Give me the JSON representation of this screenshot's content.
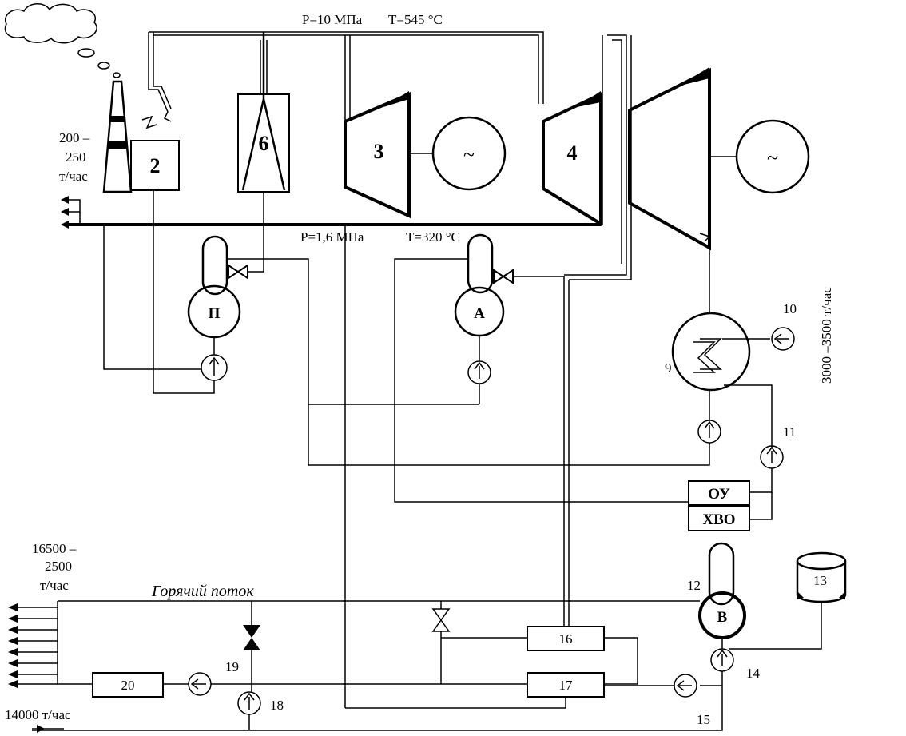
{
  "labels": {
    "top_pressure": "P=10 МПа",
    "top_temp": "T=545 °C",
    "mid_pressure": "P=1,6 МПа",
    "mid_temp": "T=320 °C",
    "steam_flow_1": "200 –",
    "steam_flow_2": "250",
    "steam_flow_3": "т/час",
    "cooling_flow": "3000 –3500  т/час",
    "heat_flow_1": "16500 –",
    "heat_flow_2": "2500",
    "heat_flow_3": "т/час",
    "hot_stream": "Горячий поток",
    "return_flow": "14000 т/час"
  },
  "components": {
    "boiler": "2",
    "heater": "6",
    "turbine_3": "3",
    "turbine_4": "4",
    "generator_symbol": "~",
    "deaerator_p": "П",
    "deaerator_a": "A",
    "deaerator_v": "B",
    "condenser": "9",
    "cooling_in": "10",
    "pump_11": "11",
    "ou": "ОУ",
    "hvo": "ХВО",
    "tank_12": "12",
    "tank_13": "13",
    "pump_14": "14",
    "line_15": "15",
    "exchanger_16": "16",
    "exchanger_17": "17",
    "pump_18": "18",
    "valve_19": "19",
    "heater_20": "20"
  }
}
